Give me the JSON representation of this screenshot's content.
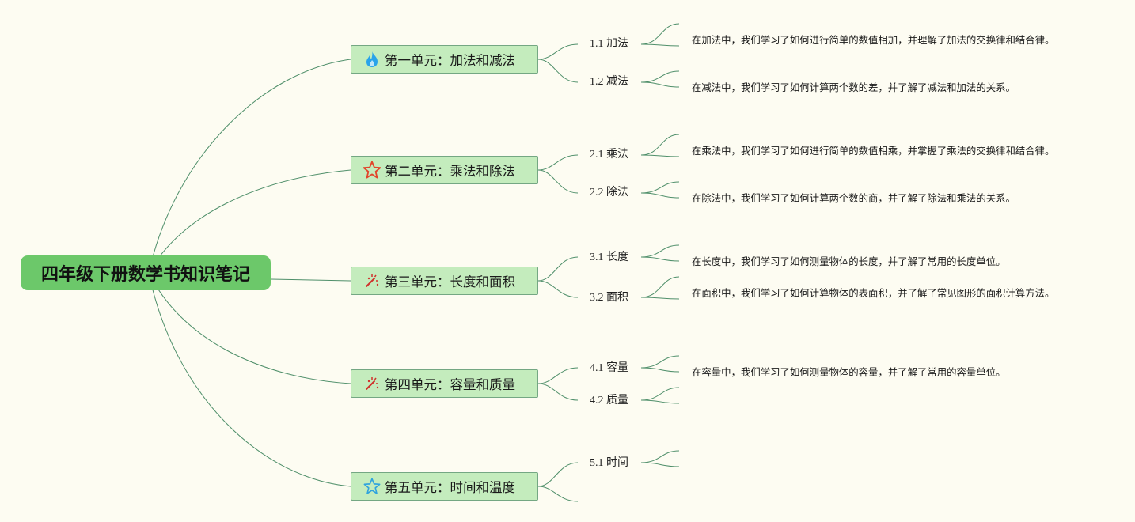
{
  "root": {
    "title": "四年级下册数学书知识笔记"
  },
  "units": [
    {
      "title": "第一单元：加法和减法",
      "icon": "fire-icon",
      "topics": [
        {
          "label": "1.1 加法",
          "note": "在加法中，我们学习了如何进行简单的数值相加，并理解了加法的交换律和结合律。"
        },
        {
          "label": "1.2 减法",
          "note": "在减法中，我们学习了如何计算两个数的差，并了解了减法和加法的关系。"
        }
      ]
    },
    {
      "title": "第二单元：乘法和除法",
      "icon": "star-outline-icon",
      "topics": [
        {
          "label": "2.1 乘法",
          "note": "在乘法中，我们学习了如何进行简单的数值相乘，并掌握了乘法的交换律和结合律。"
        },
        {
          "label": "2.2 除法",
          "note": "在除法中，我们学习了如何计算两个数的商，并了解了除法和乘法的关系。"
        }
      ]
    },
    {
      "title": "第三单元：长度和面积",
      "icon": "magic-wand-icon",
      "topics": [
        {
          "label": "3.1 长度",
          "note": "在长度中，我们学习了如何测量物体的长度，并了解了常用的长度单位。"
        },
        {
          "label": "3.2 面积",
          "note": "在面积中，我们学习了如何计算物体的表面积，并了解了常见图形的面积计算方法。"
        }
      ]
    },
    {
      "title": "第四单元：容量和质量",
      "icon": "magic-wand-icon",
      "topics": [
        {
          "label": "4.1 容量",
          "note": "在容量中，我们学习了如何测量物体的容量，并了解了常用的容量单位。"
        },
        {
          "label": "4.2 质量",
          "note": ""
        }
      ]
    },
    {
      "title": "第五单元：时间和温度",
      "icon": "star-outline-icon",
      "topics": [
        {
          "label": "5.1 时间",
          "note": ""
        },
        {
          "label": "",
          "note": ""
        }
      ]
    }
  ],
  "colors": {
    "background": "#fdfcf2",
    "root_fill": "#6cc86a",
    "unit_fill": "#c4ecbd",
    "unit_border": "#74a783",
    "link": "#4f8f6a"
  }
}
